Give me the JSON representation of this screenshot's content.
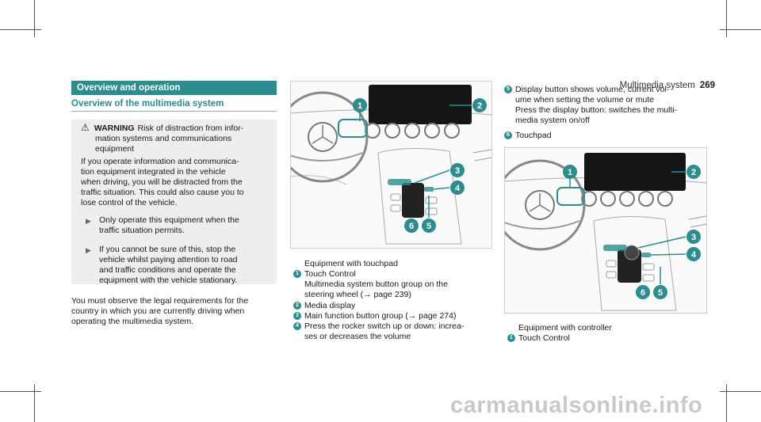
{
  "header": {
    "title": "Multimedia system",
    "page": "269"
  },
  "section": {
    "title": "Overview and operation",
    "subtitle": "Overview of the multimedia system"
  },
  "warning": {
    "label": "WARNING",
    "line1": "Risk of distraction from infor-",
    "line2": "mation systems and communications",
    "line3": "equipment",
    "body_lines": [
      "If you operate information and communica-",
      "tion equipment integrated in the vehicle",
      "when driving, you will be distracted from the",
      "traffic situation. This could also cause you to",
      "lose control of the vehicle."
    ],
    "bullet1": [
      "Only operate this equipment when the",
      "traffic situation permits."
    ],
    "bullet2": [
      "If you cannot be sure of this, stop the",
      "vehicle whilst paying attention to road",
      "and traffic conditions and operate the",
      "equipment with the vehicle stationary."
    ]
  },
  "note_lines": [
    "You must observe the legal requirements for the",
    "country in which you are currently driving when",
    "operating the multimedia system."
  ],
  "figure1": {
    "caption": "Equipment with touchpad",
    "items": [
      {
        "n": "1",
        "lines": [
          "Touch Control",
          "Multimedia system button group on the",
          "steering wheel (→ page 239)"
        ]
      },
      {
        "n": "2",
        "lines": [
          "Media display"
        ]
      },
      {
        "n": "3",
        "lines": [
          "Main function button group (→ page 274)"
        ]
      },
      {
        "n": "4",
        "lines": [
          "Press the rocker switch up or down: increa-",
          "ses or decreases the volume"
        ]
      }
    ]
  },
  "right_items": [
    {
      "n": "5",
      "lines": [
        "Display button shows volume, current vol-",
        "ume when setting the volume or mute",
        "Press the display button: switches the multi-",
        "media system on/off"
      ]
    },
    {
      "n": "6",
      "lines": [
        "Touchpad"
      ]
    }
  ],
  "figure2": {
    "caption": "Equipment with controller",
    "items": [
      {
        "n": "1",
        "lines": [
          "Touch Control"
        ]
      }
    ]
  },
  "callouts": [
    "1",
    "2",
    "3",
    "4",
    "6",
    "5"
  ],
  "watermark": "carmanualsonline.info",
  "colors": {
    "accent": "#2a8d8f",
    "warning_bg": "#eeeeee"
  }
}
